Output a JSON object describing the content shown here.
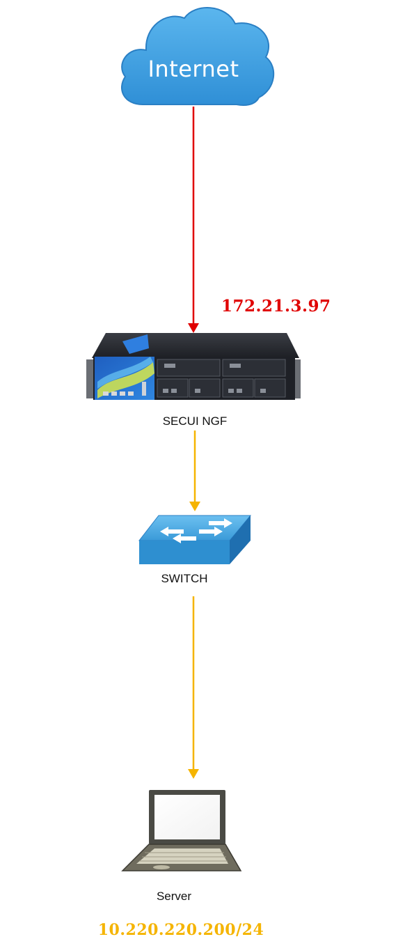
{
  "nodes": {
    "internet": {
      "label": "Internet",
      "icon": "cloud-icon"
    },
    "firewall": {
      "label": "SECUI NGF",
      "icon": "firewall-appliance-icon"
    },
    "switch": {
      "label": "SWITCH",
      "icon": "network-switch-icon"
    },
    "server": {
      "label": "Server",
      "icon": "laptop-icon"
    }
  },
  "addresses": {
    "firewall_ip": "172.21.3.97",
    "server_subnet": "10.220.220.200/24"
  },
  "colors": {
    "internet_link": "#e00000",
    "lan_link": "#f5b400",
    "cloud": "#3d9ee0",
    "switch": "#2e8fd0"
  }
}
